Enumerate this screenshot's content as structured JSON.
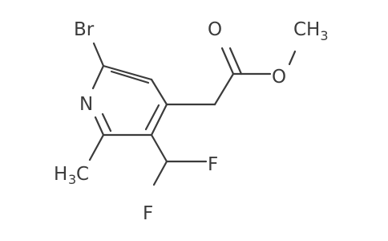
{
  "atoms": {
    "br": "Br",
    "n": "N",
    "o_carbonyl": "O",
    "o_ester": "O",
    "ch3_ester": "CH",
    "ch3_ester_sub": "3",
    "ch3_ring_h": "H",
    "ch3_ring_sub": "3",
    "ch3_ring_c": "C",
    "f_upper": "F",
    "f_lower": "F"
  }
}
